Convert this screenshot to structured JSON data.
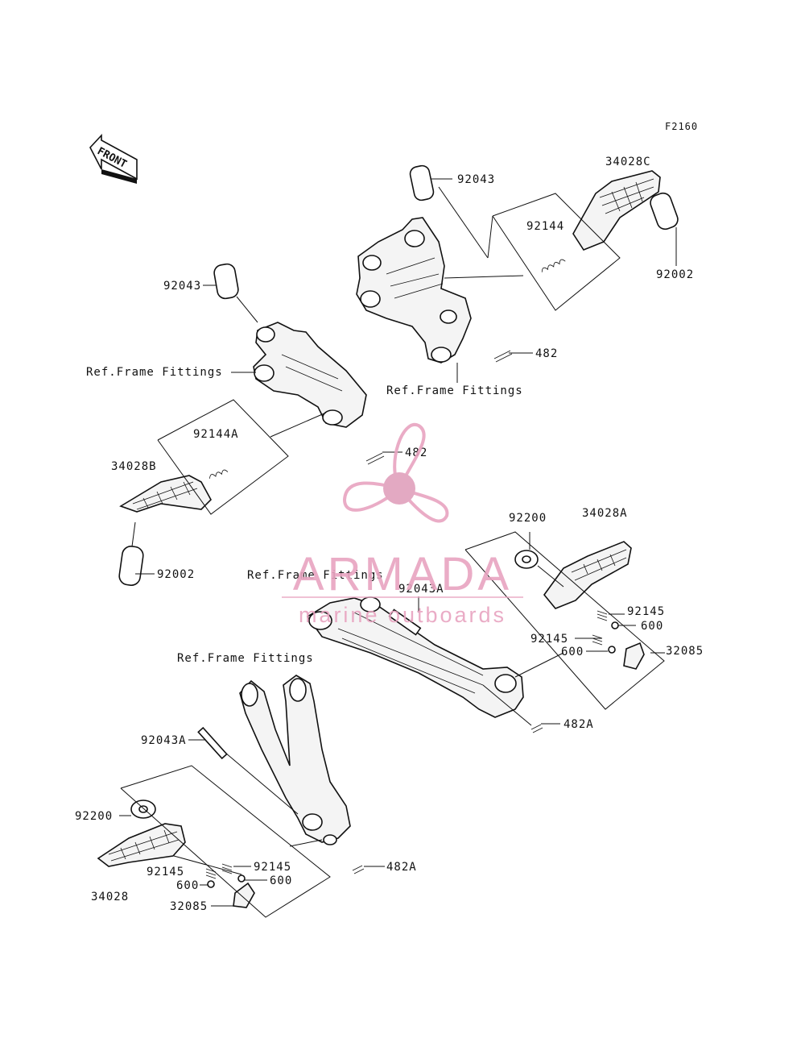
{
  "diagram_code": "F2160",
  "front_indicator": "FRONT",
  "watermark": {
    "brand": "ARMADA",
    "tagline": "marine outboards",
    "color": "#e8a4c0",
    "center_color": "#e0a0bc"
  },
  "labels": {
    "p92043_top": "92043",
    "p34028C": "34028C",
    "p92144": "92144",
    "p92002_right": "92002",
    "p482_top": "482",
    "ref_frame_top": "Ref.Frame Fittings",
    "p92043_left": "92043",
    "ref_frame_left": "Ref.Frame Fittings",
    "p92144A": "92144A",
    "p482_mid": "482",
    "p34028B": "34028B",
    "p92002_left": "92002",
    "p92200_right": "92200",
    "p34028A": "34028A",
    "ref_frame_mid": "Ref.Frame Fittings",
    "p92043A_mid": "92043A",
    "p92145_r1": "92145",
    "p600_r1": "600",
    "p92145_r2": "92145",
    "p600_r2": "600",
    "p32085_right": "32085",
    "p482A_mid": "482A",
    "ref_frame_bottom": "Ref.Frame Fittings",
    "p92043A_bottom": "92043A",
    "p92200_left": "92200",
    "p92145_b1": "92145",
    "p92145_b2": "92145",
    "p482A_bottom": "482A",
    "p600_b1": "600",
    "p600_b2": "600",
    "p34028": "34028",
    "p32085_left": "32085"
  }
}
